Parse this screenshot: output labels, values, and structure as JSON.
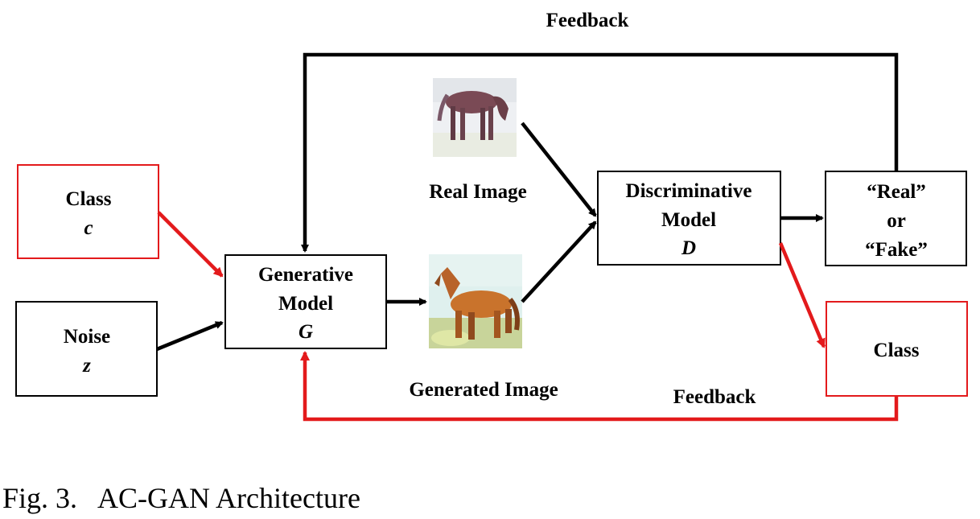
{
  "colors": {
    "black": "#000000",
    "red": "#e31a1c"
  },
  "nodes": {
    "class_input": {
      "label": "Class",
      "var": "c"
    },
    "noise_input": {
      "label": "Noise",
      "var": "z"
    },
    "generator": {
      "line1": "Generative",
      "line2": "Model",
      "var": "G"
    },
    "discriminator": {
      "line1": "Discriminative",
      "line2": "Model",
      "var": "D"
    },
    "real_fake": {
      "line1": "“Real”",
      "line2": "or",
      "line3": "“Fake”"
    },
    "class_output": {
      "label": "Class"
    }
  },
  "images": {
    "real": {
      "label": "Real Image",
      "icon": "horse-photo-real"
    },
    "generated": {
      "label": "Generated Image",
      "icon": "horse-photo-generated"
    }
  },
  "feedback": {
    "top": "Feedback",
    "bottom": "Feedback"
  },
  "caption": "Fig. 3.   AC-GAN Architecture"
}
